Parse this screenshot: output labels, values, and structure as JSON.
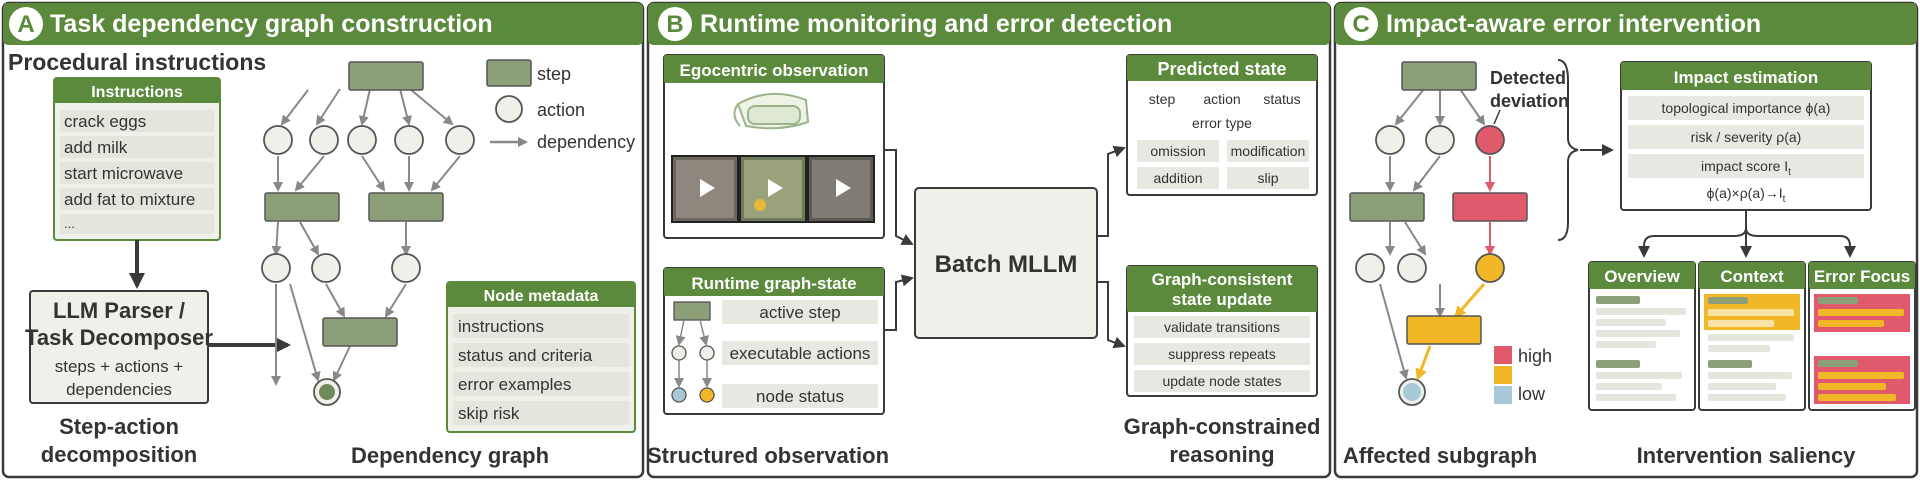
{
  "colors": {
    "green": "#5c8a3c",
    "panel_border": "#3a3a3a",
    "card_fill": "#eef1ea",
    "row_fill": "#e4e8df",
    "step_fill": "#8c9f78",
    "node_fill": "#eef1ea",
    "gray_arrow": "#888888",
    "red": "#e05a6b",
    "yellow": "#f1b726",
    "blue": "#a8c8d8"
  },
  "panel_a": {
    "letter": "A",
    "title": "Task dependency graph construction",
    "procedural": "Procedural instructions",
    "instructions_header": "Instructions",
    "instructions": [
      "crack eggs",
      "add milk",
      "start microwave",
      "add fat to mixture",
      "..."
    ],
    "parser_title_1": "LLM Parser /",
    "parser_title_2": "Task Decomposer",
    "parser_sub_1": "steps + actions +",
    "parser_sub_2": "dependencies",
    "caption_left_1": "Step-action",
    "caption_left_2": "decomposition",
    "legend": {
      "step": "step",
      "action": "action",
      "dependency": "dependency"
    },
    "metadata_header": "Node metadata",
    "metadata": [
      "instructions",
      "status and criteria",
      "error examples",
      "skip risk"
    ],
    "caption_right": "Dependency graph"
  },
  "panel_b": {
    "letter": "B",
    "title": "Runtime monitoring and error detection",
    "ego_header": "Egocentric observation",
    "runtime_header": "Runtime graph-state",
    "runtime_rows": [
      "active step",
      "executable actions",
      "node status"
    ],
    "mllm": "Batch MLLM",
    "predicted_header": "Predicted state",
    "predicted_fields": [
      "step",
      "action",
      "status"
    ],
    "error_type": "error type",
    "error_chips": [
      "omission",
      "modification",
      "addition",
      "slip"
    ],
    "update_header_1": "Graph-consistent",
    "update_header_2": "state update",
    "update_rows": [
      "validate transitions",
      "suppress repeats",
      "update node states"
    ],
    "caption_left": "Structured observation",
    "caption_right_1": "Graph-constrained",
    "caption_right_2": "reasoning"
  },
  "panel_c": {
    "letter": "C",
    "title": "Impact-aware error intervention",
    "deviation_1": "Detected",
    "deviation_2": "deviation",
    "legend": {
      "high": "high",
      "low": "low"
    },
    "impact_header": "Impact estimation",
    "impact_rows": [
      "topological importance ϕ(a)",
      "risk / severity ρ(a)",
      "impact score I"
    ],
    "impact_formula": "ϕ(a)×ρ(a)→I",
    "impact_subscript": "t",
    "cards": [
      "Overview",
      "Context",
      "Error Focus"
    ],
    "caption_left": "Affected subgraph",
    "caption_right": "Intervention saliency"
  }
}
